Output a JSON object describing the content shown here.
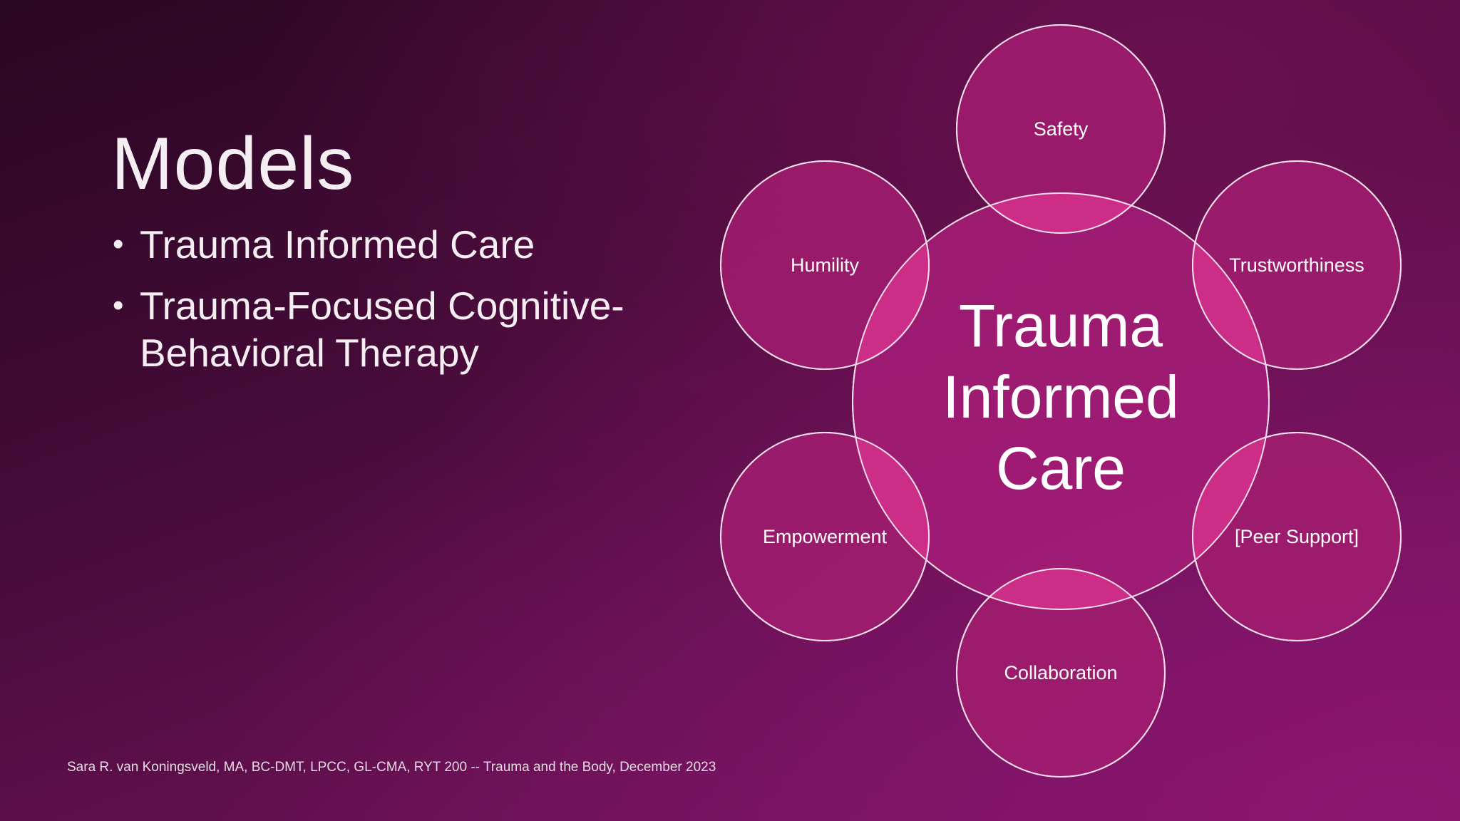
{
  "slide": {
    "title": "Models",
    "bullets": [
      "Trauma Informed Care",
      "Trauma-Focused Cognitive-Behavioral Therapy"
    ],
    "bullet_symbol": "•",
    "footer": "Sara R. van Koningsveld, MA, BC-DMT, LPCC, GL-CMA, RYT 200 -- Trauma and the Body, December 2023"
  },
  "diagram": {
    "center": {
      "lines": [
        "Trauma",
        "Informed",
        "Care"
      ]
    },
    "nodes": [
      "Safety",
      "Trustworthiness",
      "[Peer Support]",
      "Collaboration",
      "Empowerment",
      "Humility"
    ]
  },
  "colors": {
    "circle_fill": "#b8287f",
    "overlap_fill": "#c8307f",
    "stroke": "#f3dde9"
  }
}
